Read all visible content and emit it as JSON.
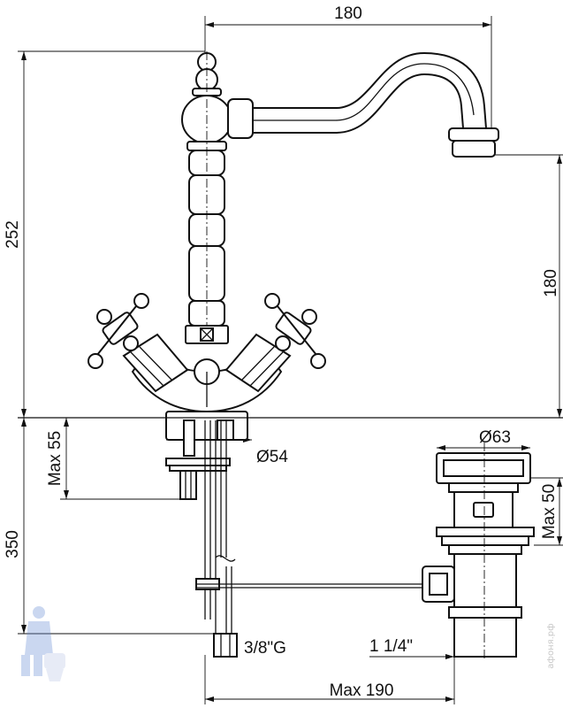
{
  "dimensions": {
    "spout_reach": "180",
    "total_height": "252",
    "spout_height": "180",
    "max_55": "Max 55",
    "diameter_54": "Ø54",
    "height_350": "350",
    "connection": "3/8\"G",
    "max_190": "Max 190",
    "diameter_63": "Ø63",
    "max_50": "Max 50",
    "drain_size": "1 1/4\""
  },
  "watermark": {
    "text": "афоня.рф"
  },
  "colors": {
    "line": "#111111",
    "watermark": "#c8c8c8"
  }
}
